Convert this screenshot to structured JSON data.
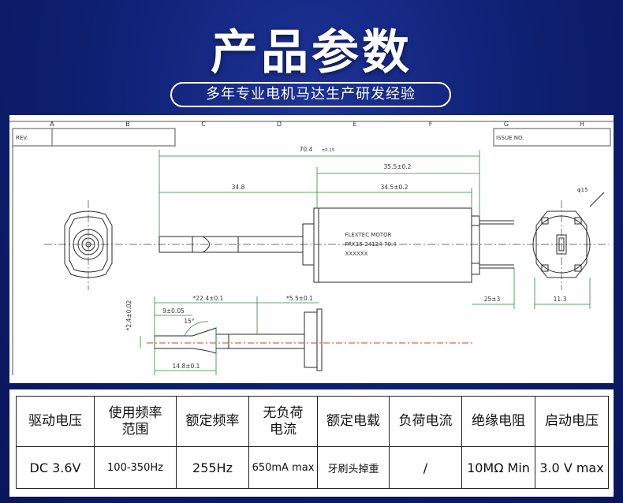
{
  "title": "产品参数",
  "subtitle": "多年专业电机马达生产研发经验",
  "drawing": {
    "grid_columns": [
      "A",
      "B",
      "C",
      "D",
      "E",
      "F",
      "G",
      "H"
    ],
    "rev_label": "REV.",
    "issue_label": "ISSUE NO.",
    "motor_label_line1": "FLEXTEC MOTOR",
    "motor_label_line2": "FRK15-24124-70.4",
    "motor_label_line3": "XXXXXX",
    "dims": {
      "overall": "70.4",
      "overall_tol": "±0.15",
      "body_len": "35.5±0.2",
      "shaft_len": "34.8",
      "body_len2": "34.5±0.2",
      "dia": "φ15",
      "terminal": "25±3",
      "side_width": "11.3",
      "shaft_dia": "*2.4±0.02",
      "shaft_22": "*22.4±0.1",
      "shaft_55": "*5.5±0.1",
      "flat_9": "9±0.05",
      "angle": "15°",
      "shaft_148": "14.8±0.1"
    }
  },
  "table": {
    "headers": [
      "驱动电压",
      "使用频率\n范围",
      "额定频率",
      "无负荷\n电流",
      "额定电载",
      "负荷电流",
      "绝缘电阻",
      "启动电压"
    ],
    "values": [
      "DC 3.6V",
      "100-350Hz",
      "255Hz",
      "650mA max",
      "牙刷头掉重",
      "/",
      "10MΩ Min",
      "3.0 V max"
    ]
  },
  "colors": {
    "background": "#0d1e6e",
    "panel": "#ffffff",
    "drawing_line": "#2a2a2a",
    "dimension_line": "#2a8a3a",
    "center_line": "#d9382f"
  }
}
